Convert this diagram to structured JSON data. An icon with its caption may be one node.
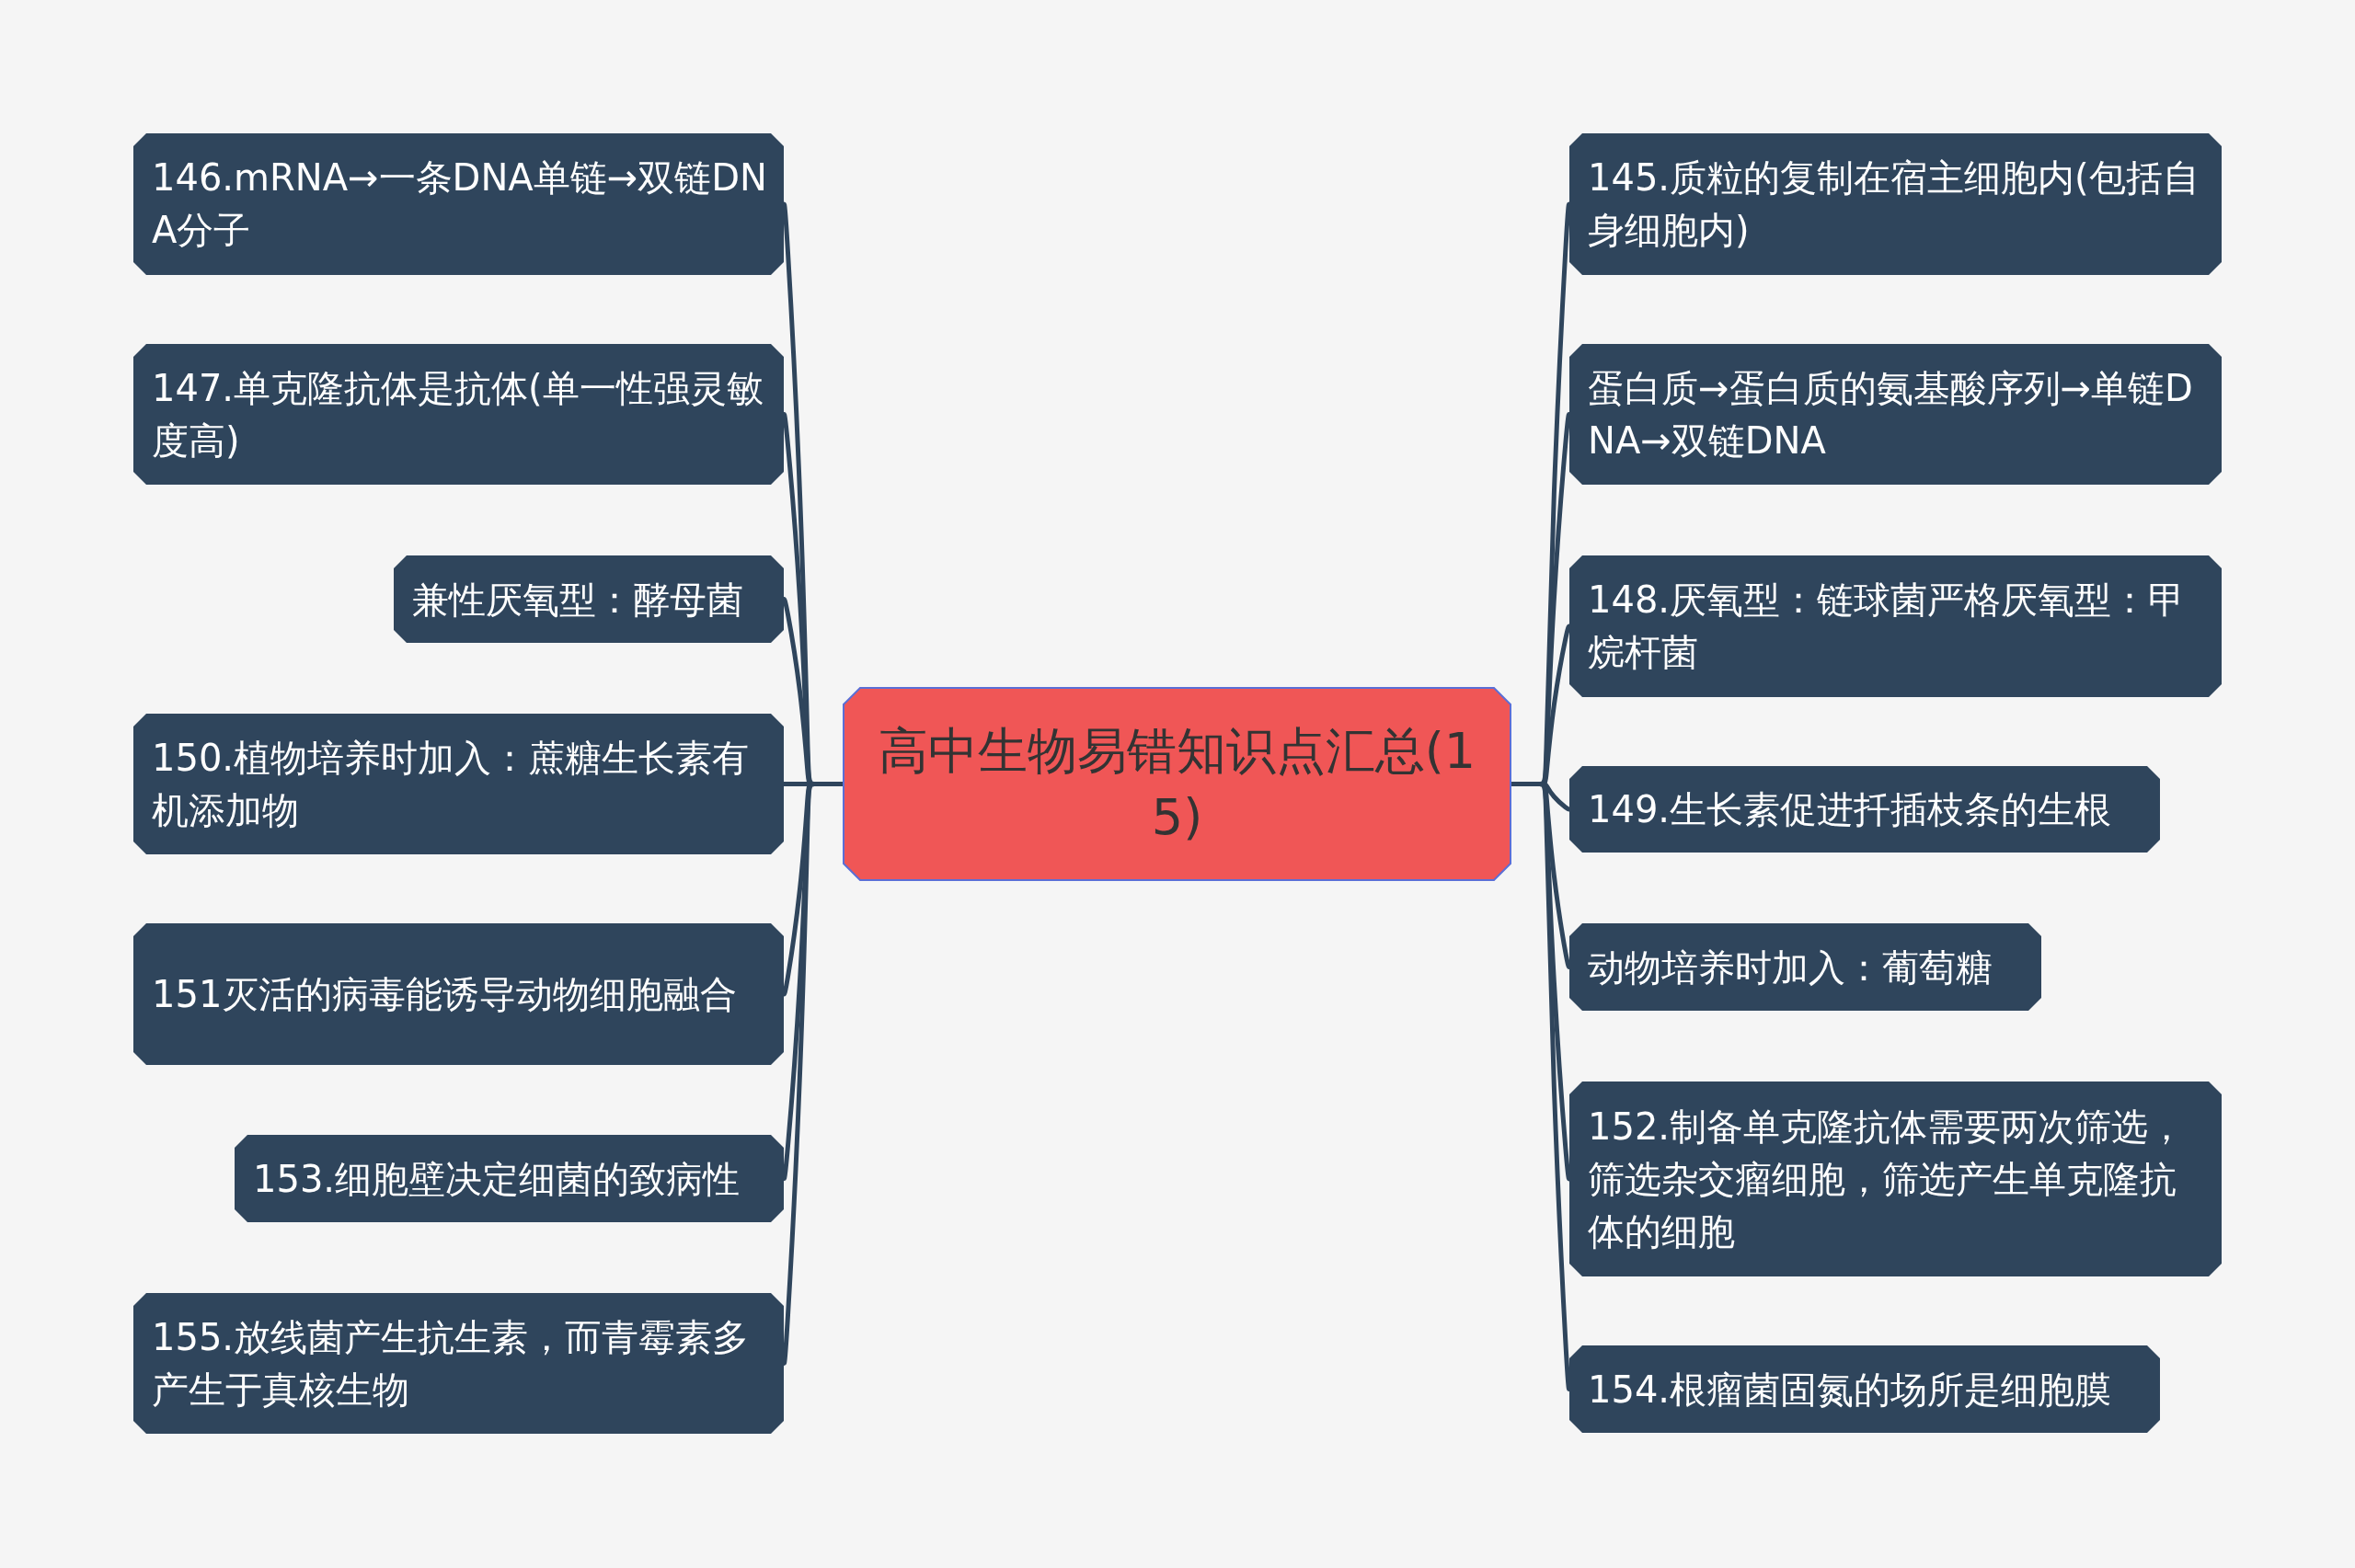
{
  "diagram": {
    "nodes": [
      {
        "text": [
          "高中生物易错知识点汇总(15)"
        ]
      },
      {
        "text": [
          "146.mRNA→一条DNA单链→双链DNA分子"
        ]
      },
      {
        "text": [
          "147.单克隆抗体是抗体(单一性强灵敏度高)"
        ]
      },
      {
        "text": [
          "兼性厌氧型：酵母菌"
        ]
      },
      {
        "text": [
          "150.植物培养时加入：蔗糖生长素有机添加物"
        ]
      },
      {
        "text": [
          "151灭活的病毒能诱导动物细胞融合"
        ]
      },
      {
        "text": [
          "153.细胞壁决定细菌的致病性"
        ]
      },
      {
        "text": [
          "155.放线菌产生抗生素，而青霉素多产生于真核生物"
        ]
      },
      {
        "text": [
          "145.质粒的复制在宿主细胞内(包括自身细胞内)"
        ]
      },
      {
        "text": [
          "蛋白质→蛋白质的氨基酸序列→单链DNA→双链DNA"
        ]
      },
      {
        "text": [
          "148.厌氧型：链球菌严格厌氧型：甲烷杆菌"
        ]
      },
      {
        "text": [
          "149.生长素促进扦插枝条的生根"
        ]
      },
      {
        "text": [
          "动物培养时加入：葡萄糖"
        ]
      },
      {
        "text": [
          "152.制备单克隆抗体需要两次筛选，筛选杂交瘤细胞，筛选产生单克隆抗体的细胞"
        ]
      },
      {
        "text": [
          "154.根瘤菌固氮的场所是细胞膜"
        ]
      }
    ],
    "edges": [
      {
        "from": 0,
        "to": 1,
        "arrow": "none"
      },
      {
        "from": 0,
        "to": 2,
        "arrow": "none"
      },
      {
        "from": 0,
        "to": 3,
        "arrow": "none"
      },
      {
        "from": 0,
        "to": 4,
        "arrow": "none"
      },
      {
        "from": 0,
        "to": 5,
        "arrow": "none"
      },
      {
        "from": 0,
        "to": 6,
        "arrow": "none"
      },
      {
        "from": 0,
        "to": 7,
        "arrow": "none"
      },
      {
        "from": 0,
        "to": 8,
        "arrow": "none"
      },
      {
        "from": 0,
        "to": 9,
        "arrow": "none"
      },
      {
        "from": 0,
        "to": 10,
        "arrow": "none"
      },
      {
        "from": 0,
        "to": 11,
        "arrow": "none"
      },
      {
        "from": 0,
        "to": 12,
        "arrow": "none"
      },
      {
        "from": 0,
        "to": 13,
        "arrow": "none"
      },
      {
        "from": 0,
        "to": 14,
        "arrow": "none"
      }
    ]
  }
}
